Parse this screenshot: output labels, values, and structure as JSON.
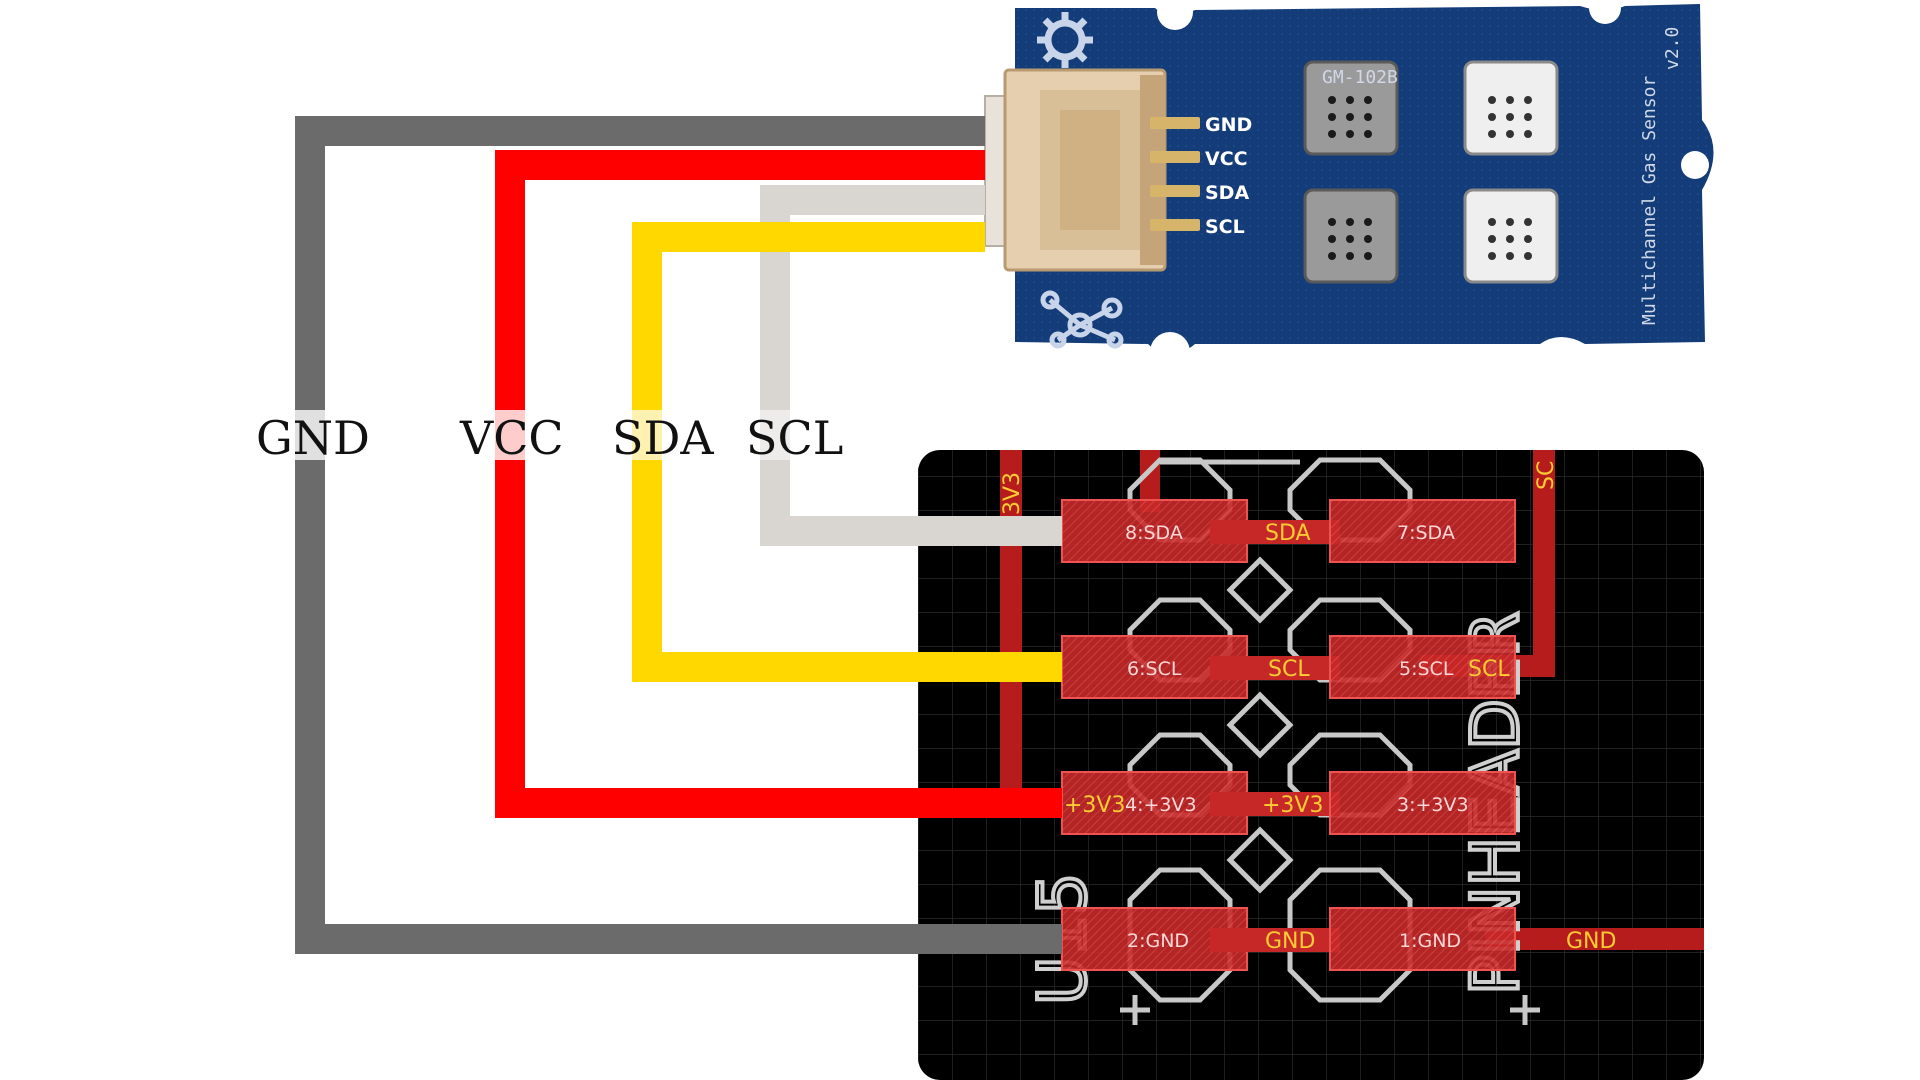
{
  "wires": [
    {
      "id": "gnd",
      "label": "GND",
      "color": "#6b6b6b"
    },
    {
      "id": "vcc",
      "label": "VCC",
      "color": "#ff0000"
    },
    {
      "id": "sda",
      "label": "SDA",
      "color": "#ffd800"
    },
    {
      "id": "scl",
      "label": "SCL",
      "color": "#d9d5d0"
    }
  ],
  "sensor": {
    "title": "Multichannel Gas Sensor",
    "version": "v2.0",
    "chip_label": "GM-102B",
    "pins": [
      "GND",
      "VCC",
      "SDA",
      "SCL"
    ],
    "board_color": "#123a73"
  },
  "pcb": {
    "reference": "U15",
    "component": "PINHEADER",
    "pads": [
      "8:SDA",
      "7:SDA",
      "6:SCL",
      "5:SCL",
      "4:+3V3",
      "3:+3V3",
      "2:GND",
      "1:GND"
    ],
    "nets": {
      "sda": "SDA",
      "scl": "SCL",
      "v33": "+3V3",
      "gnd": "GND"
    },
    "trace_labels": {
      "v33": "3V3",
      "scl": "SC"
    },
    "pad_color": "#d32f2f",
    "bg": "#000000"
  }
}
